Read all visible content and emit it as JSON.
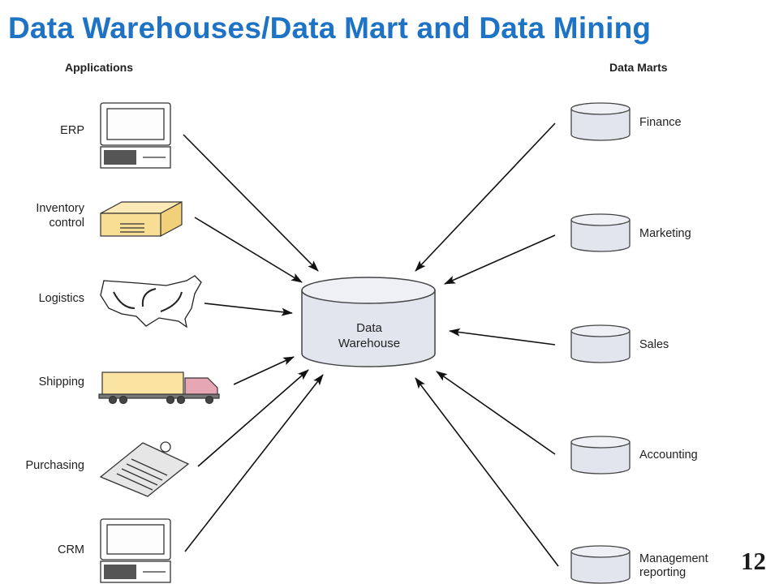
{
  "title": "Data Warehouses/Data Mart and Data Mining",
  "applications_header": "Applications",
  "data_marts_header": "Data Marts",
  "warehouse": {
    "line1": "Data",
    "line2": "Warehouse"
  },
  "applications": [
    {
      "label": "ERP",
      "icon": "computer-icon"
    },
    {
      "label": "Inventory\ncontrol",
      "icon": "box-icon"
    },
    {
      "label": "Logistics",
      "icon": "us-map-icon"
    },
    {
      "label": "Shipping",
      "icon": "truck-icon"
    },
    {
      "label": "Purchasing",
      "icon": "clipboard-icon"
    },
    {
      "label": "CRM",
      "icon": "computer-icon"
    }
  ],
  "data_marts": [
    {
      "label": "Finance"
    },
    {
      "label": "Marketing"
    },
    {
      "label": "Sales"
    },
    {
      "label": "Accounting"
    },
    {
      "label": "Management\nreporting"
    }
  ],
  "page_number": "12",
  "colors": {
    "title": "#1f73c4",
    "cylinder_fill": "#e3e5ee",
    "outline": "#333333",
    "arrow": "#111111"
  }
}
